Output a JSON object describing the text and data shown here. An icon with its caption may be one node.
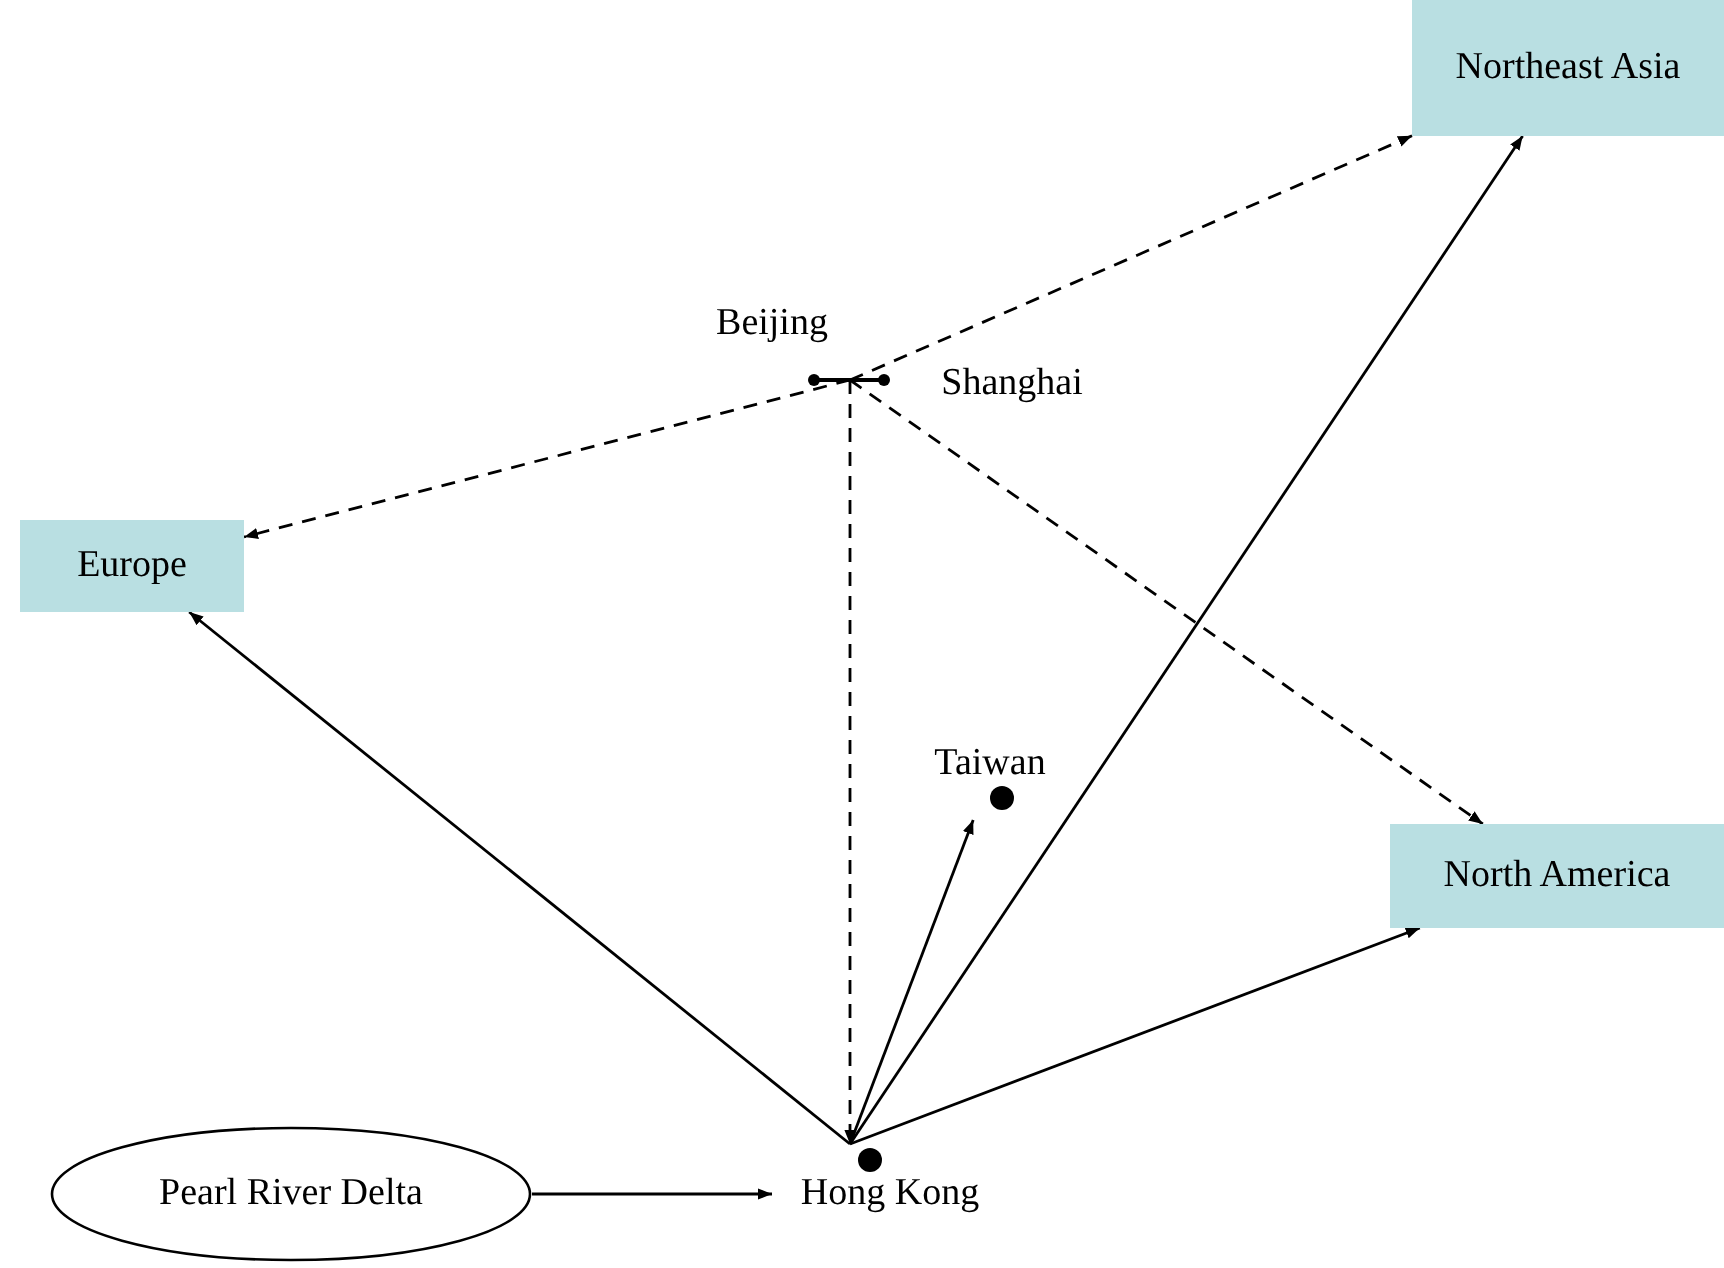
{
  "diagram": {
    "nodes": [
      {
        "text": [
          "Northeast Asia"
        ]
      },
      {
        "text": [
          "Beijing"
        ]
      },
      {
        "text": [
          "Shanghai"
        ]
      },
      {
        "text": [],
        "shape": "bar"
      },
      {
        "text": [
          "Europe"
        ]
      },
      {
        "text": [
          "Taiwan"
        ]
      },
      {
        "text": [
          "North America"
        ]
      },
      {
        "text": [
          "Pearl River Delta"
        ]
      },
      {
        "text": [
          "Hong Kong"
        ]
      }
    ],
    "edges": [
      {
        "from": 8,
        "to": 4,
        "arrow": "to"
      },
      {
        "from": 8,
        "to": 5,
        "arrow": "to"
      },
      {
        "from": 8,
        "to": 0,
        "arrow": "to"
      },
      {
        "from": 8,
        "to": 6,
        "arrow": "to"
      },
      {
        "from": 7,
        "to": 8,
        "arrow": "to"
      },
      {
        "from": 3,
        "to": 4,
        "arrow": "to",
        "style": "dashed"
      },
      {
        "from": 3,
        "to": 0,
        "arrow": "to",
        "style": "dashed"
      },
      {
        "from": 3,
        "to": 6,
        "arrow": "to",
        "style": "dashed"
      },
      {
        "from": 3,
        "to": 8,
        "arrow": "to",
        "style": "dashed"
      }
    ]
  }
}
